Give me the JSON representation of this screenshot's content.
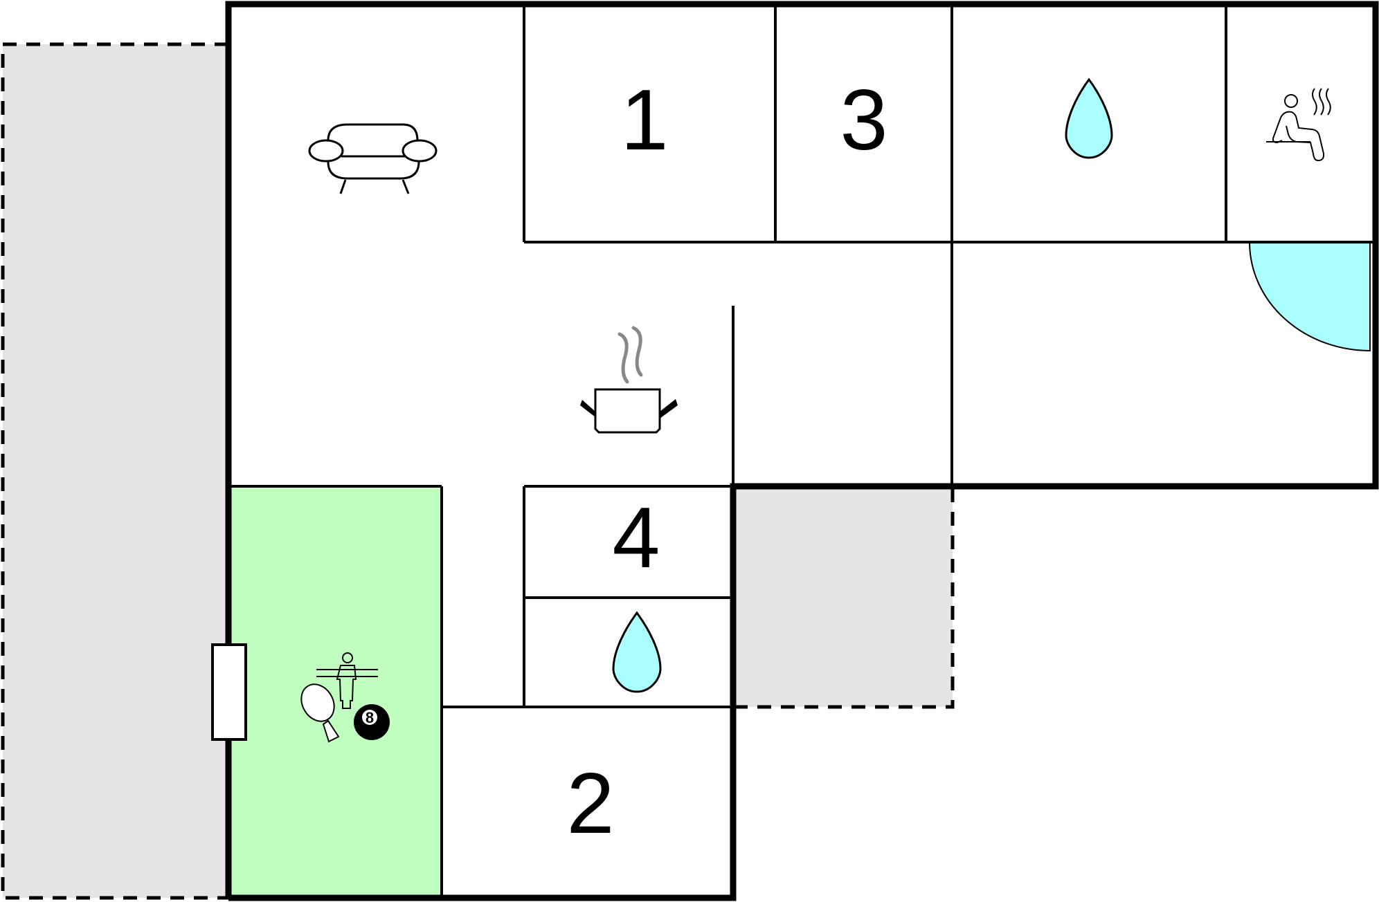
{
  "floor_plan": {
    "rooms": {
      "bedroom_1": "1",
      "bedroom_2": "2",
      "bedroom_3": "3",
      "bedroom_4": "4"
    },
    "icons": [
      "sofa-icon",
      "cooking-pot-icon",
      "water-drop-icon",
      "sauna-icon",
      "foosball-icon",
      "table-tennis-icon",
      "billiard-ball-icon"
    ],
    "billiard_ball_number": "8",
    "colors": {
      "wall": "#000000",
      "terrace": "#e5e5e5",
      "activity_room": "#c0ffc0",
      "water": "#aaffff",
      "background": "#ffffff"
    }
  }
}
